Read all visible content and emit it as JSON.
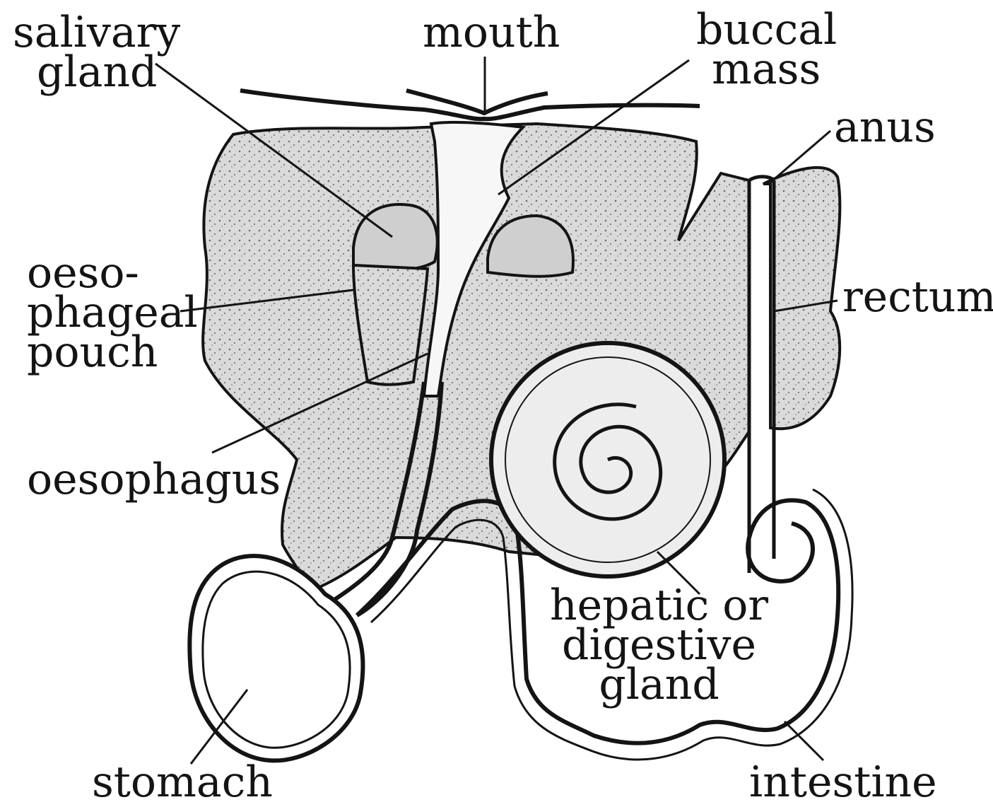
{
  "diagram": {
    "colors": {
      "ink": "#141414",
      "fill": "#d9d9d9",
      "paper": "#ffffff"
    },
    "labels": {
      "salivary_gland": [
        "salivary",
        "gland"
      ],
      "mouth": "mouth",
      "buccal_mass": [
        "buccal",
        "mass"
      ],
      "anus": "anus",
      "oesophageal_pouch": [
        "oeso-",
        "phageal",
        "pouch"
      ],
      "rectum": "rectum",
      "oesophagus": "oesophagus",
      "hepatic_or_digestive_gland": [
        "hepatic or",
        "digestive",
        "gland"
      ],
      "stomach": "stomach",
      "intestine": "intestine"
    }
  }
}
